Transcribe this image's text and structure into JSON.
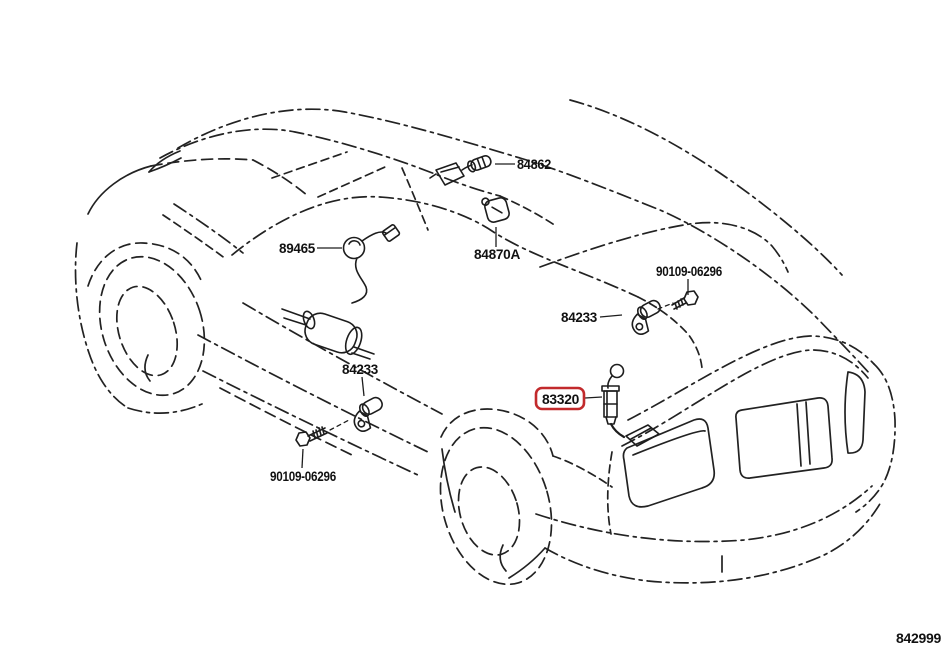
{
  "diagram": {
    "kind": "automotive-parts-line-drawing",
    "colors": {
      "line": "#222222",
      "background": "#ffffff",
      "highlight": "#c22a2c"
    },
    "drawing_number": "842999",
    "callouts": [
      {
        "part_number": "84862",
        "highlighted": false
      },
      {
        "part_number": "84870A",
        "highlighted": false
      },
      {
        "part_number": "89465",
        "highlighted": false
      },
      {
        "part_number": "90109-06296",
        "highlighted": false
      },
      {
        "part_number": "84233",
        "highlighted": false
      },
      {
        "part_number": "83320",
        "highlighted": true
      },
      {
        "part_number": "84233",
        "highlighted": false
      },
      {
        "part_number": "90109-06296",
        "highlighted": false
      }
    ]
  }
}
